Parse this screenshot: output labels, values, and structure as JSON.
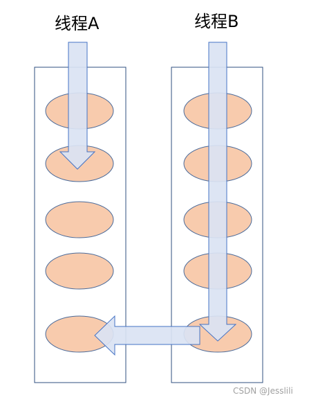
{
  "labels": {
    "thread_a": "线程A",
    "thread_b": "线程B"
  },
  "watermark": "CSDN @Jesslili",
  "colors": {
    "panel_border": "#2f4f7f",
    "ellipse_fill": "#f8cbad",
    "ellipse_stroke": "#4a6a9a",
    "arrow_fill": "#dae3f3",
    "arrow_stroke": "#4472c4"
  }
}
